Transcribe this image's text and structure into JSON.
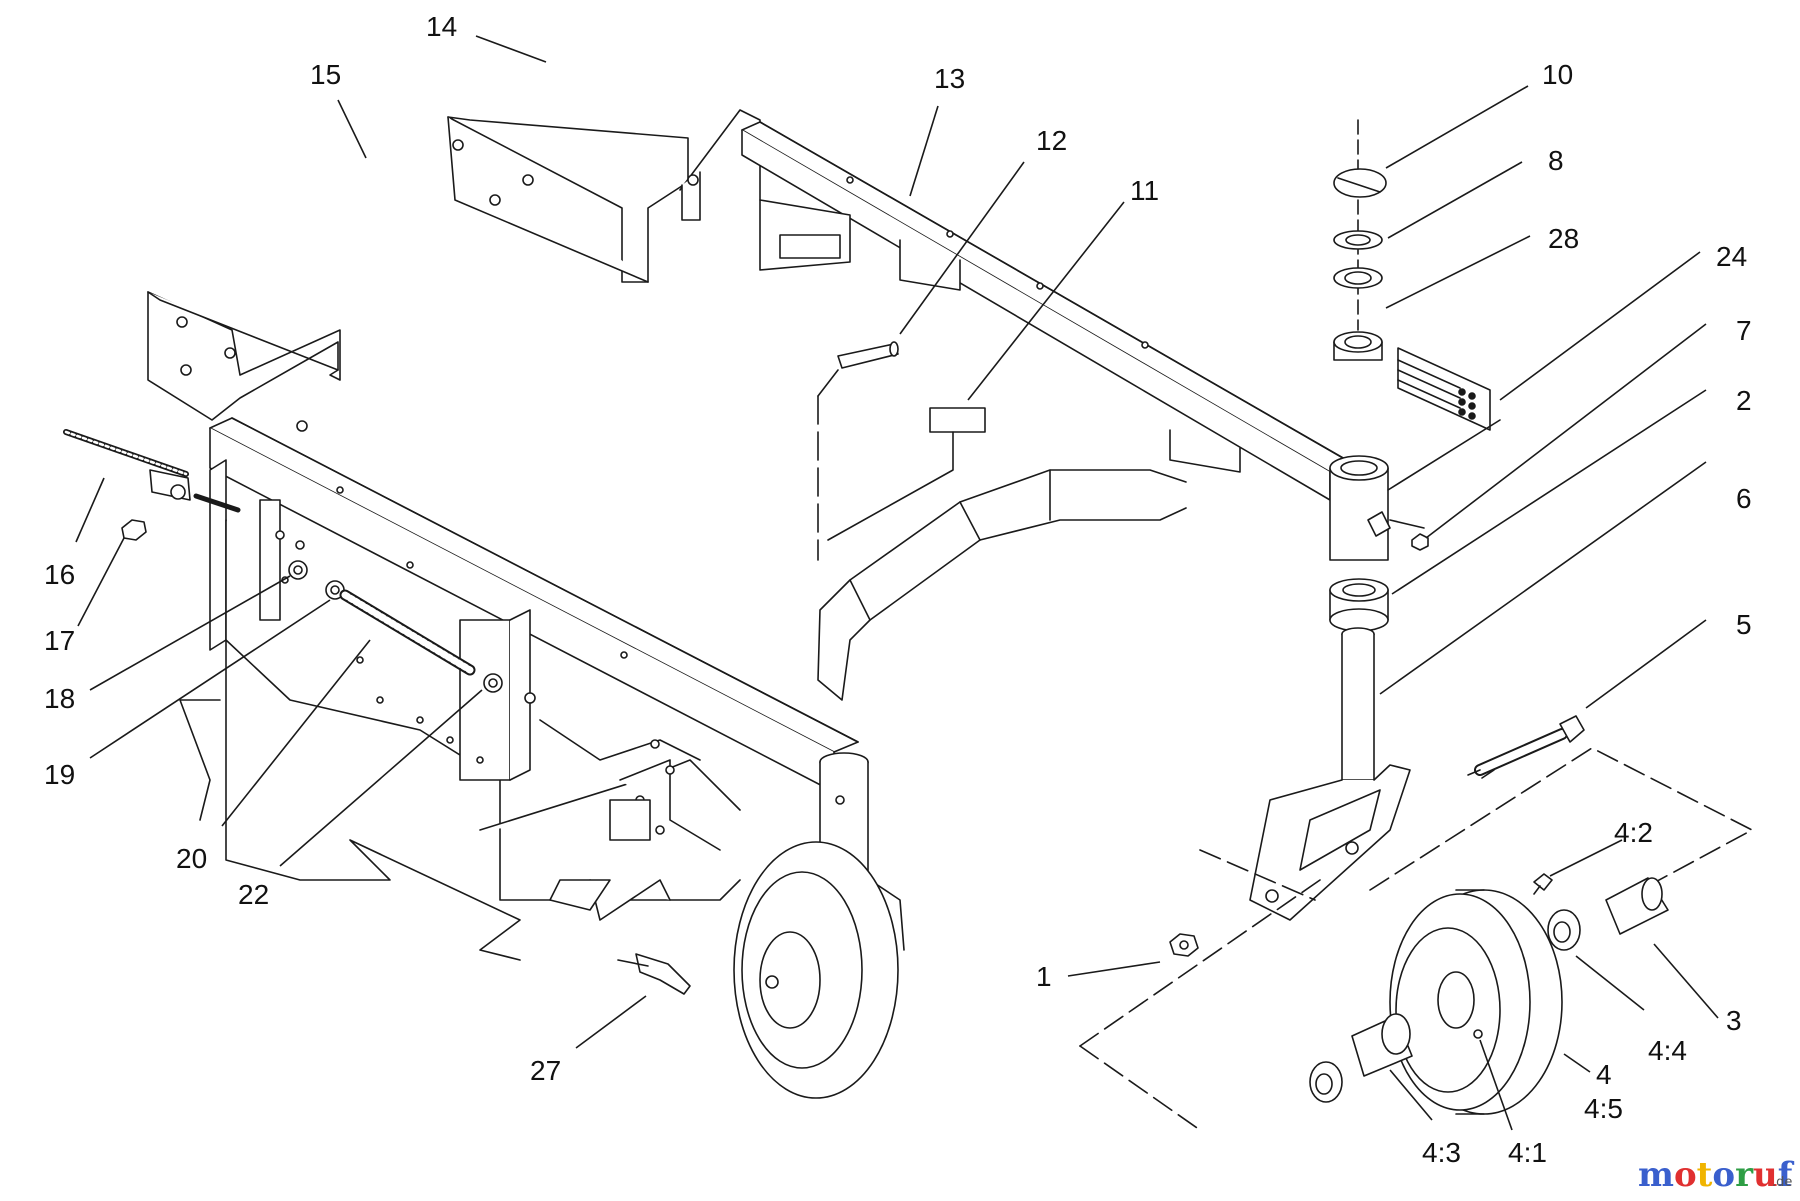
{
  "diagram": {
    "callouts": [
      "14",
      "15",
      "13",
      "12",
      "11",
      "10",
      "8",
      "28",
      "24",
      "7",
      "2",
      "6",
      "5",
      "16",
      "17",
      "18",
      "19",
      "20",
      "22",
      "27",
      "1",
      "4:2",
      "3",
      "4:4",
      "4",
      "4:5",
      "4:3",
      "4:1"
    ],
    "colors": {
      "line": "#1a1a1a",
      "background": "#ffffff"
    }
  },
  "watermark": {
    "letters": [
      "m",
      "o",
      "t",
      "o",
      "r",
      "u",
      "f"
    ],
    "letter_colors": [
      "#3a5fcd",
      "#e03030",
      "#f0b400",
      "#3a5fcd",
      "#2e9e45",
      "#e03030",
      "#3a5fcd"
    ],
    "suffix": ".de"
  }
}
